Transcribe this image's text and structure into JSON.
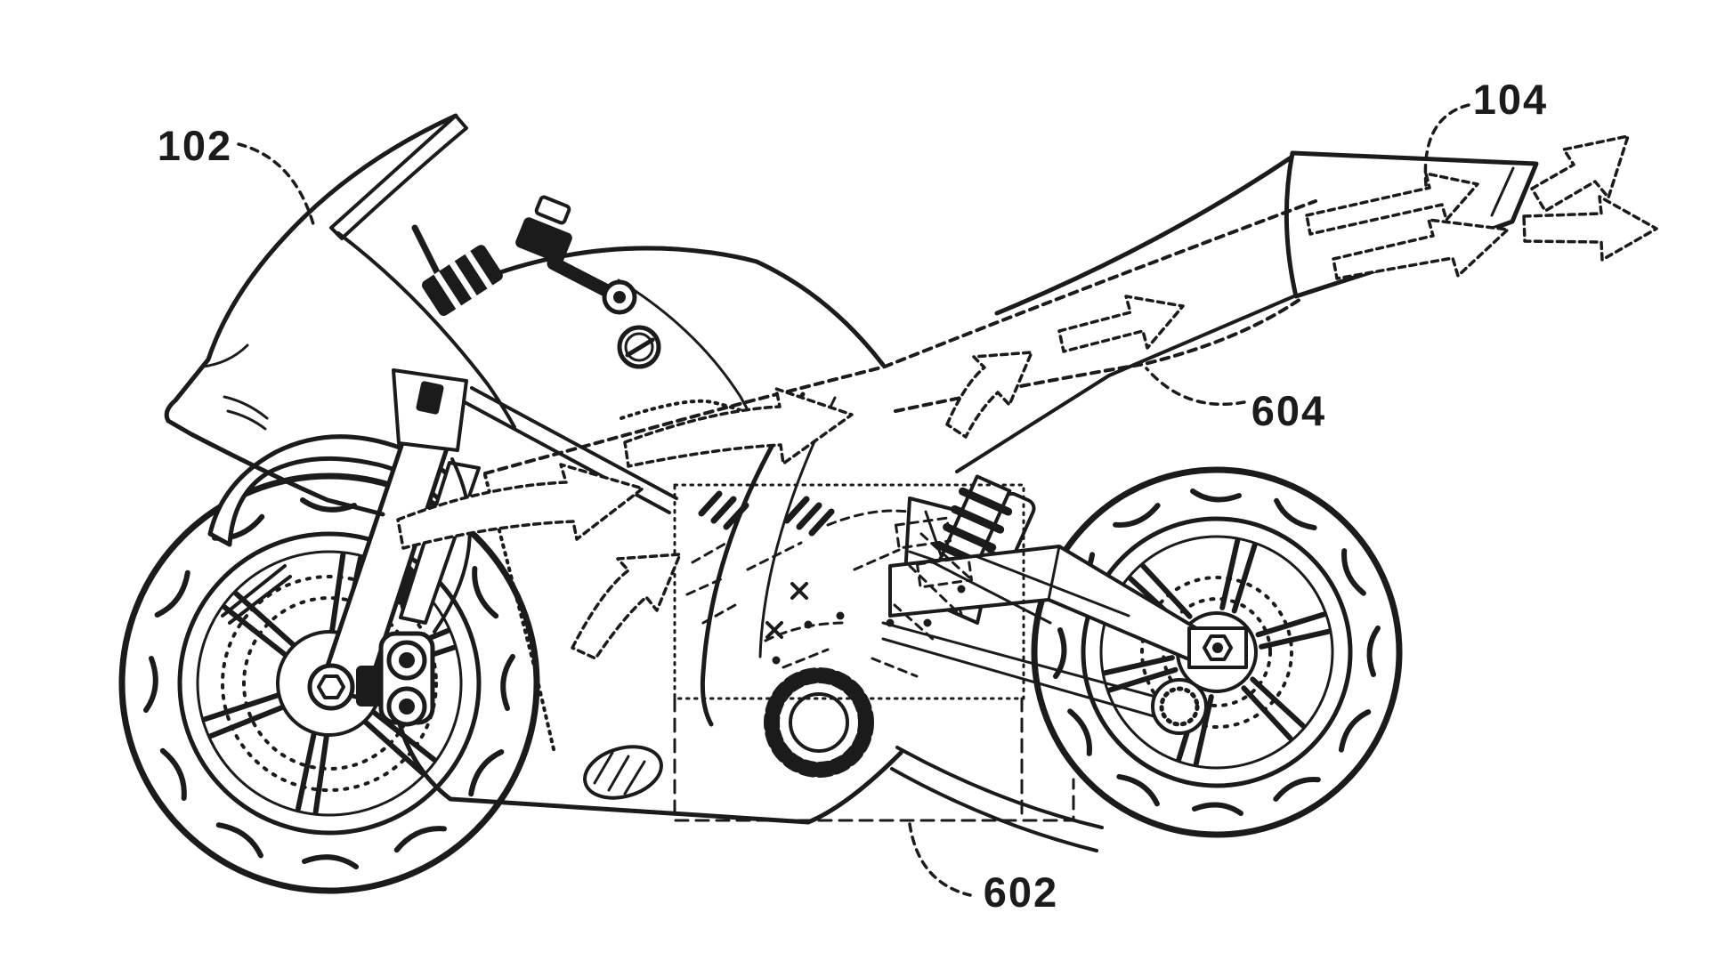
{
  "figure": {
    "kind": "patent-line-drawing",
    "subject": "motorcycle-side-view-with-airflow",
    "background_color": "#ffffff",
    "line_color": "#1b1b1b",
    "reference_labels": [
      {
        "text": "102",
        "points_to": "front-fairing-windscreen"
      },
      {
        "text": "104",
        "points_to": "tail-cowl-outlet"
      },
      {
        "text": "604",
        "points_to": "airflow-duct-path"
      },
      {
        "text": "602",
        "points_to": "engine-region-dashed-box"
      }
    ],
    "airflow_arrow_count": 9
  }
}
